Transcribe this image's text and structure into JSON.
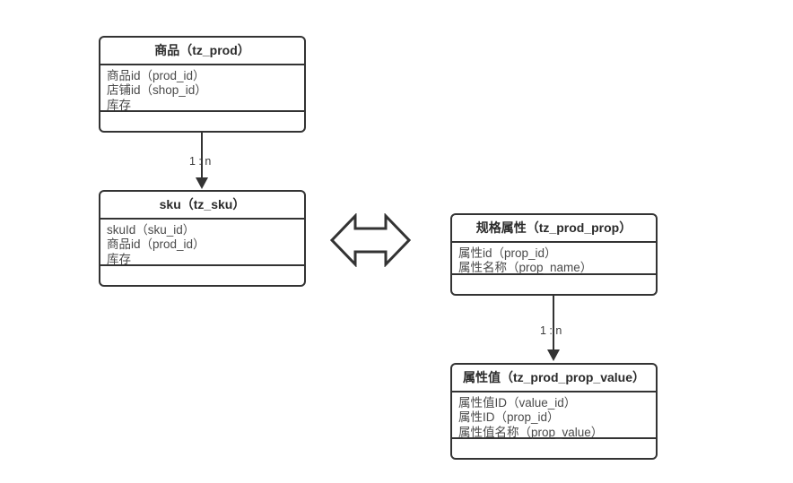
{
  "diagram": {
    "type": "entity-relationship-diagram",
    "background_color": "#ffffff",
    "line_color": "#333333",
    "text_color": "#4a4a4a",
    "entities": [
      {
        "id": "tz_prod",
        "title": "商品（tz_prod）",
        "fields": [
          "商品id（prod_id）",
          "店铺id（shop_id）",
          "库存"
        ],
        "footer": ""
      },
      {
        "id": "tz_sku",
        "title": "sku（tz_sku）",
        "fields": [
          "skuId（sku_id）",
          "商品id（prod_id）",
          "库存"
        ],
        "footer": ""
      },
      {
        "id": "tz_prod_prop",
        "title": "规格属性（tz_prod_prop）",
        "fields": [
          "属性id（prop_id）",
          "属性名称（prop_name）"
        ],
        "footer": ""
      },
      {
        "id": "tz_prod_prop_value",
        "title": "属性值（tz_prod_prop_value）",
        "fields": [
          "属性值ID（value_id）",
          "属性ID（prop_id）",
          "属性值名称（prop_value）"
        ],
        "footer": ""
      }
    ],
    "relationships": [
      {
        "id": "prod-to-sku",
        "from": "tz_prod",
        "to": "tz_sku",
        "cardinality": "1 : n"
      },
      {
        "id": "prop-to-prop-value",
        "from": "tz_prod_prop",
        "to": "tz_prod_prop_value",
        "cardinality": "1 : n"
      }
    ],
    "symbols": [
      {
        "id": "bidirectional-link",
        "name": "double-headed-arrow",
        "direction": "left-right"
      }
    ]
  }
}
